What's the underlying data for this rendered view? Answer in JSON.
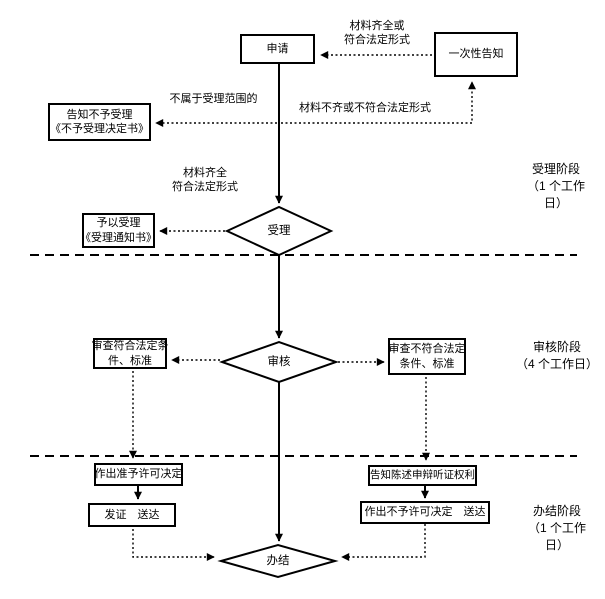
{
  "flowchart": {
    "boxes": {
      "apply": {
        "label": "申请"
      },
      "one_time_notice": {
        "label": "一次性告知"
      },
      "reject_notice": {
        "lines": [
          "告知不予受理",
          "《不予受理决定书》"
        ]
      },
      "accept_notice": {
        "lines": [
          "予以受理",
          "《受理通知书》"
        ]
      },
      "review_pass": {
        "lines": [
          "审查符合法定条",
          "件、标准"
        ]
      },
      "review_fail": {
        "lines": [
          "审查不符合法定",
          "条件、标准"
        ]
      },
      "grant_decision": {
        "label": "作出准予许可决定"
      },
      "issue_deliver": {
        "label": "发证　送达"
      },
      "inform_rights": {
        "label": "告知陈述申辩听证权利"
      },
      "deny_decision": {
        "label": "作出不予许可决定　送达"
      }
    },
    "diamonds": {
      "accept": {
        "label": "受理"
      },
      "audit": {
        "label": "审核"
      },
      "finish": {
        "label": "办结"
      }
    },
    "edge_labels": {
      "materials_complete_top": {
        "lines": [
          "材料齐全或",
          "符合法定形式"
        ]
      },
      "not_in_scope": {
        "label": "不属于受理范围的"
      },
      "materials_incomplete": {
        "label": "材料不齐或不符合法定形式"
      },
      "materials_complete_mid": {
        "lines": [
          "材料齐全",
          "符合法定形式"
        ]
      }
    },
    "stage_labels": {
      "accept_stage": {
        "lines": [
          "受理阶段",
          "（1 个工作",
          "日）"
        ]
      },
      "audit_stage": {
        "lines": [
          "审核阶段",
          "（4 个工作日）"
        ]
      },
      "finish_stage": {
        "lines": [
          "办结阶段",
          "（1 个工作",
          "日）"
        ]
      }
    },
    "colors": {
      "line": "#000000",
      "text": "#000000",
      "background": "#ffffff"
    }
  }
}
